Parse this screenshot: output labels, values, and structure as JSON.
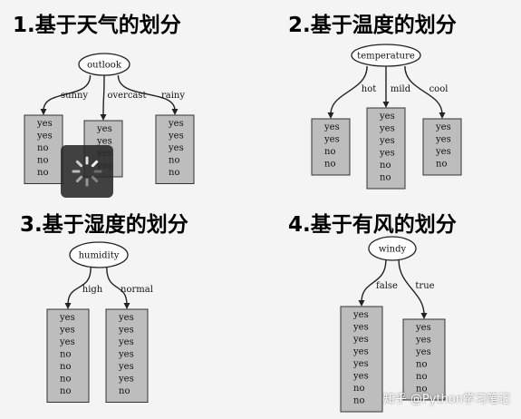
{
  "panels": [
    {
      "title": "1.基于天气的划分",
      "root": "outlook",
      "branches": [
        {
          "label": "sunny",
          "leaves": [
            "yes",
            "yes",
            "no",
            "no",
            "no"
          ]
        },
        {
          "label": "overcast",
          "leaves": [
            "yes",
            "yes",
            "yes",
            "yes"
          ]
        },
        {
          "label": "rainy",
          "leaves": [
            "yes",
            "yes",
            "yes",
            "no",
            "no"
          ]
        }
      ]
    },
    {
      "title": "2.基于温度的划分",
      "root": "temperature",
      "branches": [
        {
          "label": "hot",
          "leaves": [
            "yes",
            "yes",
            "no",
            "no"
          ]
        },
        {
          "label": "mild",
          "leaves": [
            "yes",
            "yes",
            "yes",
            "yes",
            "no",
            "no"
          ]
        },
        {
          "label": "cool",
          "leaves": [
            "yes",
            "yes",
            "yes",
            "no"
          ]
        }
      ]
    },
    {
      "title": "3.基于湿度的划分",
      "root": "humidity",
      "branches": [
        {
          "label": "high",
          "leaves": [
            "yes",
            "yes",
            "yes",
            "no",
            "no",
            "no",
            "no"
          ]
        },
        {
          "label": "normal",
          "leaves": [
            "yes",
            "yes",
            "yes",
            "yes",
            "yes",
            "yes",
            "no"
          ]
        }
      ]
    },
    {
      "title": "4.基于有风的划分",
      "root": "windy",
      "branches": [
        {
          "label": "false",
          "leaves": [
            "yes",
            "yes",
            "yes",
            "yes",
            "yes",
            "yes",
            "no",
            "no"
          ]
        },
        {
          "label": "true",
          "leaves": [
            "yes",
            "yes",
            "yes",
            "no",
            "no",
            "no"
          ]
        }
      ]
    }
  ],
  "watermark": "知乎 @Python学习笔记",
  "overlay": {
    "icon": "loading-spinner-icon"
  },
  "colors": {
    "leaf_fill": "#bdbdbd",
    "background": "#f4f4f4"
  }
}
